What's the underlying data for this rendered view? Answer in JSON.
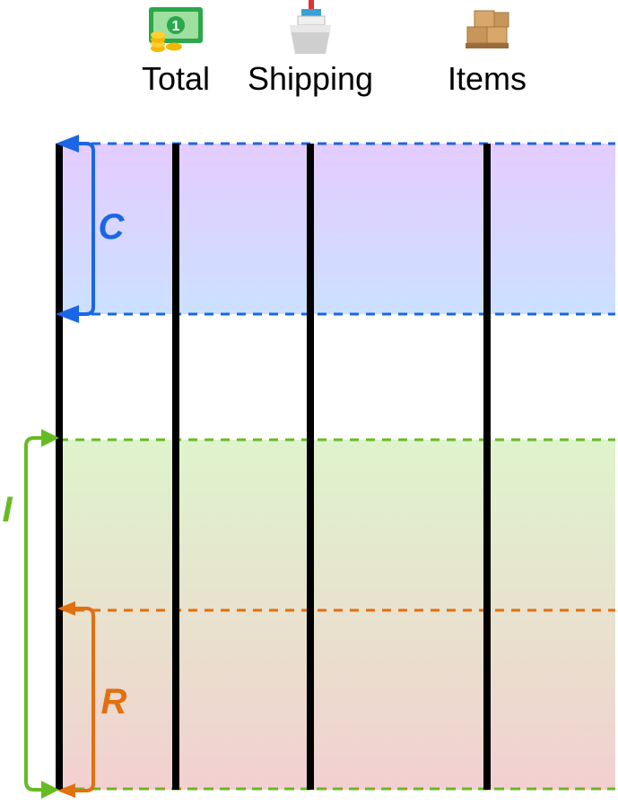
{
  "columns": [
    {
      "label": "Total",
      "icon": "money-icon"
    },
    {
      "label": "Shipping",
      "icon": "ship-icon"
    },
    {
      "label": "Items",
      "icon": "boxes-icon"
    }
  ],
  "brackets": {
    "c": {
      "label": "C",
      "color": "#1a66e6"
    },
    "i": {
      "label": "I",
      "color": "#66bb22"
    },
    "r": {
      "label": "R",
      "color": "#e07010"
    }
  },
  "colors": {
    "timeline": "#000000",
    "band_c_top": "#e4ccff",
    "band_c_bottom": "#cce0ff",
    "band_i_top": "#def4cc",
    "band_i_bottom": "#f2d0d0",
    "money_green": "#2aa84a",
    "coin_gold": "#f5b800",
    "ship_hull": "#cccccc",
    "box_brown": "#c8965a"
  }
}
